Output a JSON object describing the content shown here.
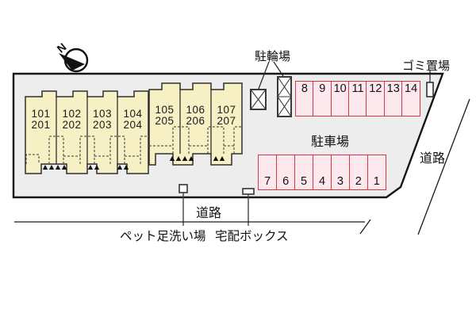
{
  "plan": {
    "compass": "N",
    "labels": {
      "bicycle_parking": "駐輪場",
      "garbage_area": "ゴミ置場",
      "car_parking": "駐車場",
      "road_right": "道路",
      "road_bottom": "道路",
      "pet_wash_area": "ペット足洗い場",
      "delivery_box": "宅配ボックス"
    },
    "units": [
      {
        "line1": "101",
        "line2": "201"
      },
      {
        "line1": "102",
        "line2": "202"
      },
      {
        "line1": "103",
        "line2": "203"
      },
      {
        "line1": "104",
        "line2": "204"
      },
      {
        "line1": "105",
        "line2": "205"
      },
      {
        "line1": "106",
        "line2": "206"
      },
      {
        "line1": "107",
        "line2": "207"
      }
    ],
    "parking_top": [
      "8",
      "9",
      "10",
      "11",
      "12",
      "13",
      "14"
    ],
    "parking_bottom": [
      "7",
      "6",
      "5",
      "4",
      "3",
      "2",
      "1"
    ],
    "colors": {
      "site_fill": "#ededed",
      "site_stroke": "#161616",
      "building_fill": "#f6f0c4",
      "building_stroke": "#2f2f2f",
      "stall_fill": "#fde8ee",
      "stall_border": "#d63845"
    }
  }
}
